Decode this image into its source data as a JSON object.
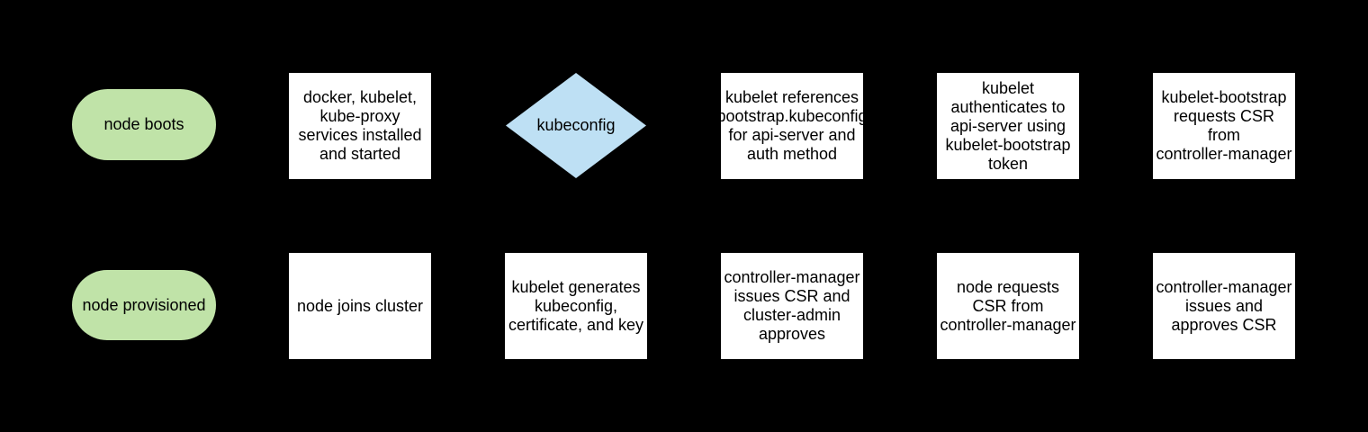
{
  "diagram": {
    "description": "Kubernetes node bootstrap flowchart",
    "colors": {
      "background": "#000000",
      "terminator_fill": "#c0e3a8",
      "decision_fill": "#bee0f4",
      "process_fill": "#ffffff",
      "text": "#000000"
    },
    "nodes": [
      {
        "id": "node-boots",
        "type": "terminator",
        "label": "node boots"
      },
      {
        "id": "services-installed",
        "type": "process",
        "label": "docker, kubelet,\nkube-proxy\nservices installed\nand started"
      },
      {
        "id": "kubeconfig",
        "type": "decision",
        "label": "kubeconfig"
      },
      {
        "id": "kubelet-references-bootstrap-kubeconfig",
        "type": "process",
        "label": "kubelet references\nbootstrap.kubeconfig\nfor api-server and\nauth method"
      },
      {
        "id": "kubelet-authenticates",
        "type": "process",
        "label": "kubelet\nauthenticates to\napi-server using\nkubelet-bootstrap\ntoken"
      },
      {
        "id": "kubelet-bootstrap-requests-csr",
        "type": "process",
        "label": "kubelet-bootstrap\nrequests CSR\nfrom\ncontroller-manager"
      },
      {
        "id": "node-provisioned",
        "type": "terminator",
        "label": "node provisioned"
      },
      {
        "id": "node-joins-cluster",
        "type": "process",
        "label": "node joins cluster"
      },
      {
        "id": "kubelet-generates-kubeconfig",
        "type": "process",
        "label": "kubelet generates\nkubeconfig,\ncertificate, and key"
      },
      {
        "id": "controller-manager-issues-csr-cluster-admin-approves",
        "type": "process",
        "label": "controller-manager\nissues CSR and\ncluster-admin\napproves"
      },
      {
        "id": "node-requests-csr",
        "type": "process",
        "label": "node requests\nCSR from\ncontroller-manager"
      },
      {
        "id": "controller-manager-issues-and-approves-csr",
        "type": "process",
        "label": "controller-manager\nissues and\napproves CSR"
      }
    ]
  }
}
